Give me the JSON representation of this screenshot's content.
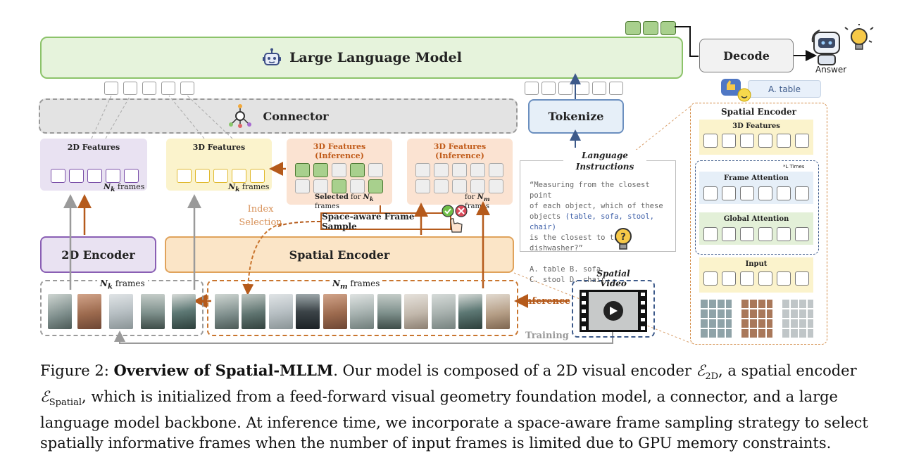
{
  "llm": {
    "label": "Large Language Model"
  },
  "connector": {
    "label": "Connector"
  },
  "tokenize": {
    "label": "Tokenize"
  },
  "decode": {
    "label": "Decode"
  },
  "answer": {
    "label": "Answer",
    "value": "A. table"
  },
  "features": {
    "f2d": {
      "title": "2D Features",
      "frames": "N",
      "frames_sub": "k",
      "frames_suffix": " frames"
    },
    "f3d": {
      "title": "3D Features",
      "frames": "N",
      "frames_sub": "k",
      "frames_suffix": " frames"
    },
    "f3d_inf_a": {
      "title_line1": "3D Features",
      "title_line2": "(Inference)",
      "caption_bold": "Selected",
      "caption_rest": " for ",
      "caption_n": "N",
      "caption_sub": "k",
      "caption_suffix": " frames"
    },
    "f3d_inf_b": {
      "title_line1": "3D Features",
      "title_line2": "(Inference)",
      "caption_rest": "for ",
      "caption_n": "N",
      "caption_sub": "m",
      "caption_suffix": " frames"
    }
  },
  "index_selection": {
    "line1": "Index",
    "line2": "Selection"
  },
  "frame_sample": {
    "label": "Space-aware Frame Sample"
  },
  "encoders": {
    "enc2d": "2D Encoder",
    "spatial": "Spatial Encoder"
  },
  "frames": {
    "nk": {
      "n": "N",
      "sub": "k",
      "suffix": " frames"
    },
    "nm": {
      "n": "N",
      "sub": "m",
      "suffix": " frames"
    }
  },
  "language": {
    "title_line1": "Language",
    "title_line2": "Instructions",
    "q_line1": "“Measuring from the closest point",
    "q_line2": "of each object, which of these",
    "q_line3_pre": "objects ",
    "q_line3_hl": "(table, sofa, stool, chair)",
    "q_line4": "is the closest to the dishwasher?”",
    "opt1": "A. table B. sofa",
    "opt2": "C. stool D. chair"
  },
  "video": {
    "line1": "Spatial",
    "line2": "Video"
  },
  "flow": {
    "inference": "Inference",
    "training": "Training"
  },
  "panel": {
    "title": "Spatial Encoder",
    "feat3d": "3D Features",
    "ltimes": "*L Times",
    "frame_attn": "Frame Attention",
    "global_attn": "Global Attention",
    "input": "Input"
  },
  "caption": {
    "lead": "Figure 2: ",
    "bold": "Overview of Spatial-MLLM",
    "body1": ". Our model is composed of a 2D visual encoder ",
    "e2d": "ℰ",
    "e2d_sub": "2D",
    "body2": ", a spatial encoder",
    "esp": "ℰ",
    "esp_sub": "Spatial",
    "body3": ", which is initialized from a feed-forward visual geometry foundation model, a connector, and a large language model backbone. At inference time, we incorporate a space-aware frame sampling strategy to select spatially informative frames when the number of input frames is limited due to GPU memory constraints."
  },
  "colors": {
    "llm_fill": "#e6f3dc",
    "llm_border": "#8cc36a",
    "feat2d": "#e9e2f2",
    "feat3d": "#fbf3cc",
    "feat3d_inf": "#fbe3d2",
    "spatial_fill": "#fbe5c7",
    "accent_orange": "#b55a1b",
    "tokenize_fill": "#e6eff8"
  }
}
